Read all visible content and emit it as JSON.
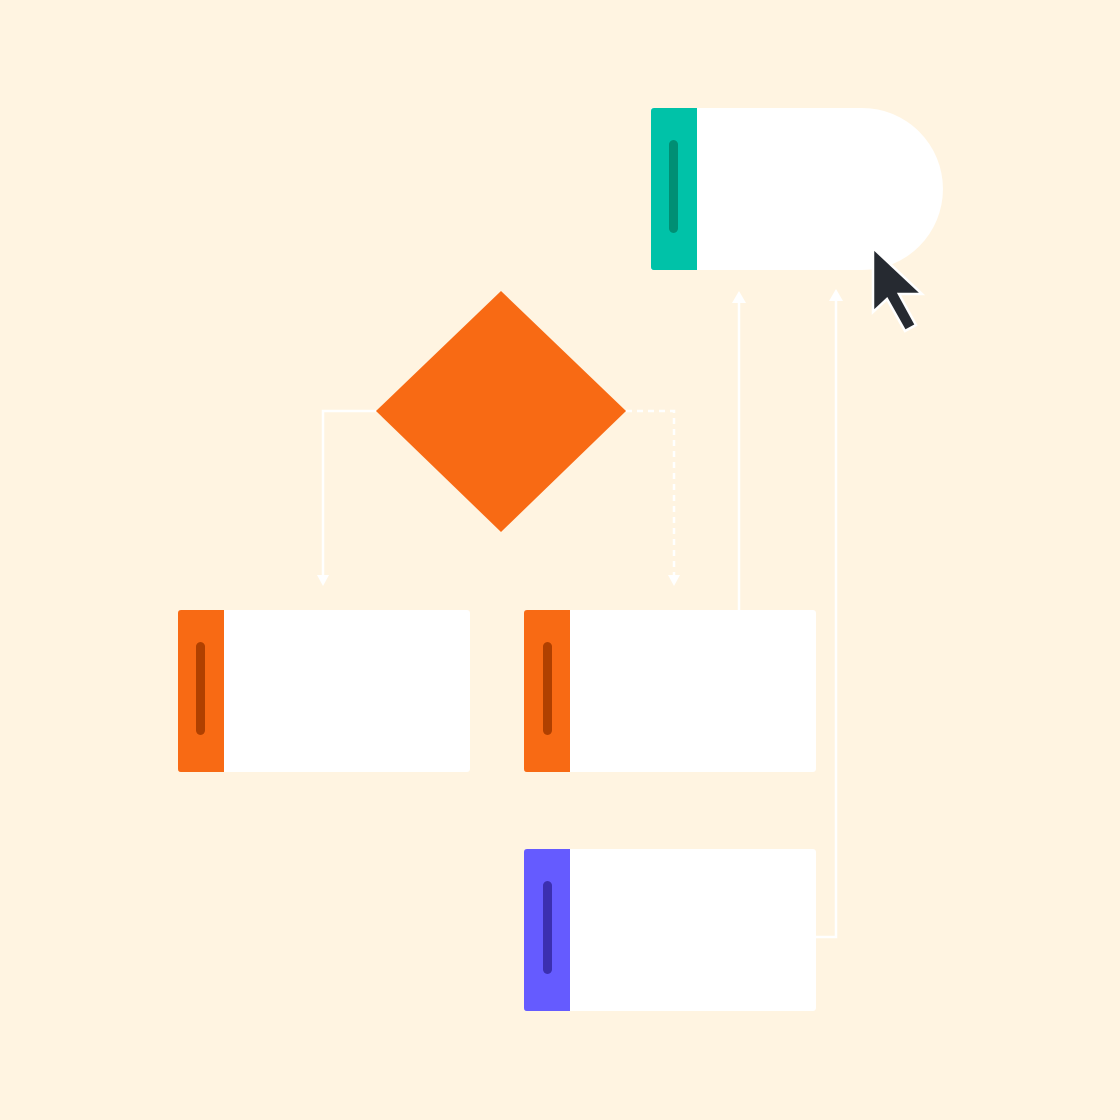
{
  "diagram": {
    "background": "#FFF4E1",
    "connector_color": "#FFFFFF",
    "nodes": [
      {
        "id": "terminal-top",
        "shape": "terminator",
        "accent_color": "#00C2A8",
        "handle_color": "#008F74"
      },
      {
        "id": "decision",
        "shape": "diamond",
        "fill": "#F86A14"
      },
      {
        "id": "process-left",
        "shape": "card",
        "accent_color": "#F86A14",
        "handle_color": "#B04000"
      },
      {
        "id": "process-right",
        "shape": "card",
        "accent_color": "#F86A14",
        "handle_color": "#B04000"
      },
      {
        "id": "process-bottom",
        "shape": "card",
        "accent_color": "#655BFF",
        "handle_color": "#3B2FB0"
      }
    ],
    "connectors": [
      {
        "from": "decision",
        "to": "process-left",
        "style": "solid"
      },
      {
        "from": "decision",
        "to": "process-right",
        "style": "dashed"
      },
      {
        "from": "process-right",
        "to": "terminal-top",
        "style": "solid"
      },
      {
        "from": "process-bottom",
        "to": "terminal-top",
        "style": "solid"
      }
    ],
    "cursor": {
      "icon": "mouse-pointer-icon",
      "color": "#262A31"
    }
  }
}
